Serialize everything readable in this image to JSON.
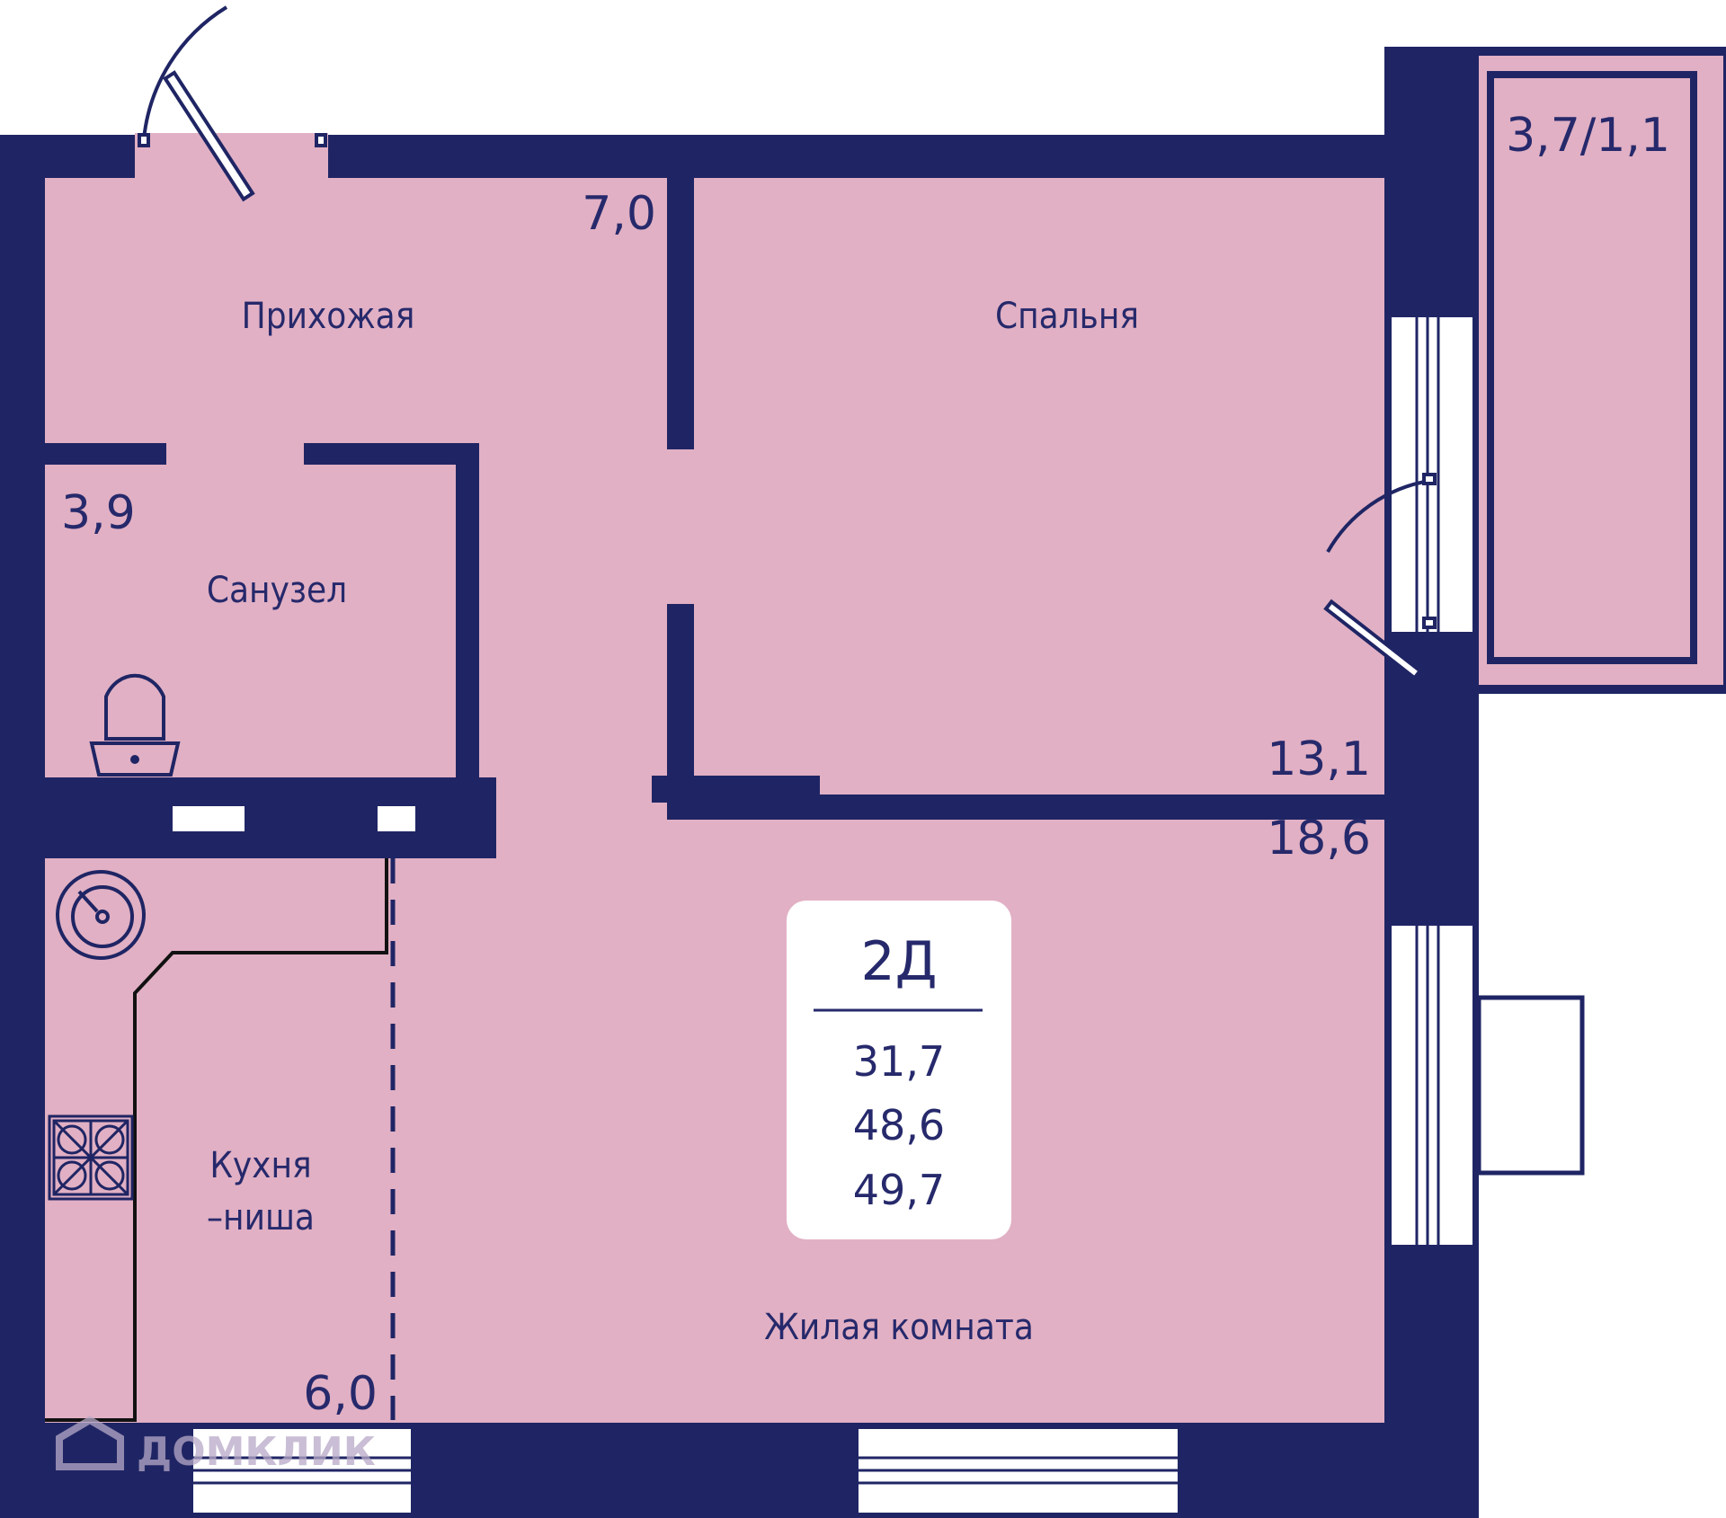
{
  "colors": {
    "wall": "#1f2564",
    "floor": "#e1b0c4",
    "text": "#26296b",
    "window": "#ffffff"
  },
  "rooms": {
    "hallway": {
      "name": "Прихожая",
      "area": "7,0"
    },
    "bedroom": {
      "name": "Спальня",
      "area": "13,1"
    },
    "bathroom": {
      "name": "Санузел",
      "area": "3,9"
    },
    "kitchen": {
      "name_line1": "Кухня",
      "name_line2": "–ниша",
      "area": "6,0"
    },
    "living": {
      "name": "Жилая комната",
      "area": "18,6"
    },
    "balcony": {
      "area": "3,7/1,1"
    }
  },
  "summary": {
    "type": "2Д",
    "living_area": "31,7",
    "total_area": "48,6",
    "total_with_balcony": "49,7"
  },
  "watermark": "ДОМКЛИК",
  "icons": [
    "toilet-icon",
    "sink-icon",
    "stove-icon"
  ]
}
